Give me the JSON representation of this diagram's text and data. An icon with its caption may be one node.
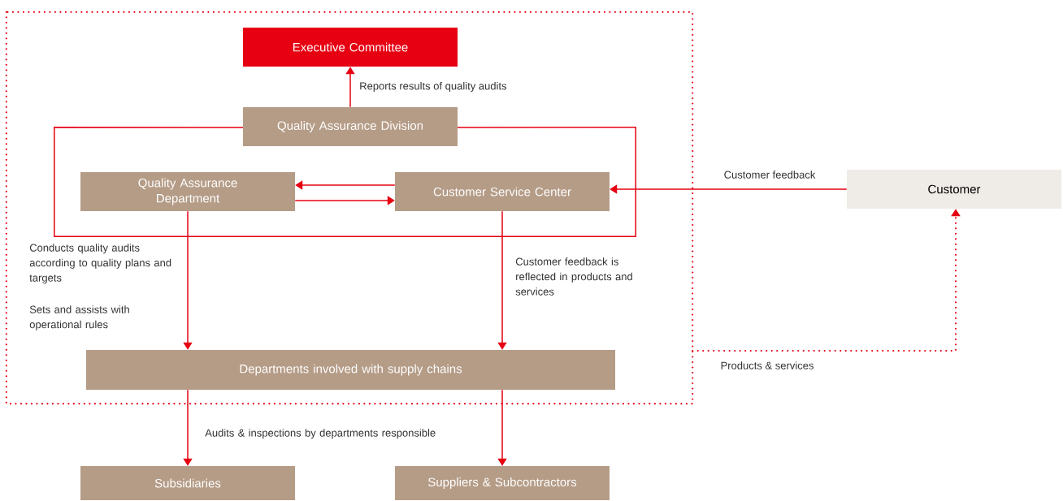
{
  "diagram": {
    "nodes": [
      {
        "text": [],
        "shape": "box"
      },
      {
        "text": [
          "Executive Committee"
        ],
        "in": 0
      },
      {
        "text": [
          "Quality Assurance Division"
        ],
        "in": 0
      },
      {
        "text": [],
        "shape": "box",
        "in": 0
      },
      {
        "text": [
          "Quality Assurance Department"
        ],
        "in": 3
      },
      {
        "text": [
          "Customer Service Center"
        ],
        "in": 3
      },
      {
        "text": [
          "Departments involved with supply chains"
        ],
        "in": 0
      },
      {
        "text": [
          "Customer"
        ]
      },
      {
        "text": [
          "Subsidiaries"
        ]
      },
      {
        "text": [
          "Suppliers & Subcontractors"
        ]
      }
    ],
    "edges": [
      {
        "from": 2,
        "to": 1,
        "arrow": "to",
        "label": "Reports results of quality audits"
      },
      {
        "from": 5,
        "to": 4,
        "arrow": "to"
      },
      {
        "from": 4,
        "to": 5,
        "arrow": "to"
      },
      {
        "from": 7,
        "to": 5,
        "arrow": "to",
        "label": "Customer feedback"
      },
      {
        "from": 4,
        "to": 6,
        "arrow": "to"
      },
      {
        "from": 5,
        "to": 6,
        "arrow": "to"
      },
      {
        "from": 6,
        "to": 8,
        "arrow": "to"
      },
      {
        "from": 6,
        "to": 9,
        "arrow": "to"
      },
      {
        "from": 0,
        "to": 7,
        "arrow": "to",
        "style": "dashed",
        "label": "Products & services"
      }
    ],
    "labels": [
      "Conducts quality audits according to quality plans and targets",
      "Sets and assists with operational rules",
      "Customer feedback is reflected in products and services",
      "Audits & inspections by departments responsible"
    ]
  }
}
